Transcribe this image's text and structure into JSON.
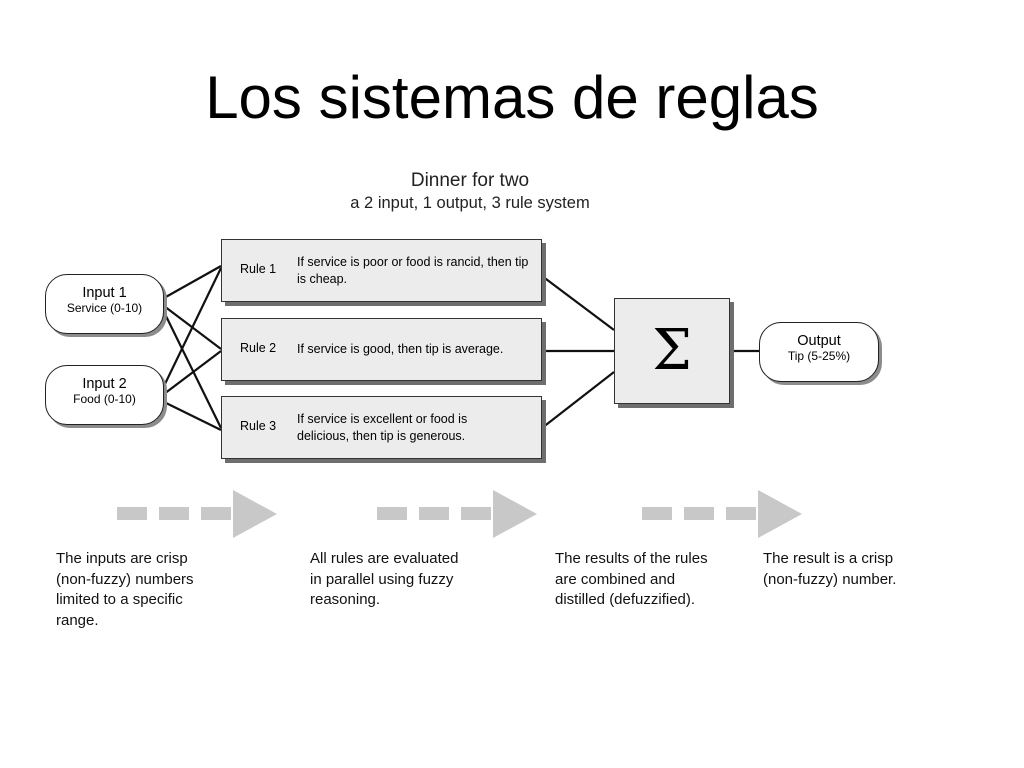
{
  "slide": {
    "title": "Los sistemas de reglas"
  },
  "diagram": {
    "title": "Dinner for two",
    "subtitle": "a 2 input, 1 output, 3 rule system",
    "inputs": [
      {
        "name": "Input 1",
        "range": "Service (0-10)"
      },
      {
        "name": "Input 2",
        "range": "Food (0-10)"
      }
    ],
    "rules": [
      {
        "label": "Rule 1",
        "text": "If service is poor or food is rancid, then tip is cheap."
      },
      {
        "label": "Rule 2",
        "text": "If service is good, then tip is average."
      },
      {
        "label": "Rule 3",
        "text": "If service is excellent or food is delicious, then tip is generous."
      }
    ],
    "aggregator": {
      "symbol": "Σ"
    },
    "output": {
      "name": "Output",
      "range": "Tip (5-25%)"
    }
  },
  "captions": [
    "The inputs are crisp (non-fuzzy) numbers limited to a specific range.",
    "All rules are evaluated in parallel using fuzzy reasoning.",
    "The results of the rules are combined and distilled (defuzzified).",
    "The result is  a crisp (non-fuzzy) number."
  ],
  "colors": {
    "box_fill": "#ececec",
    "shadow": "#6e6e6e",
    "arrow": "#c8c8c8"
  }
}
